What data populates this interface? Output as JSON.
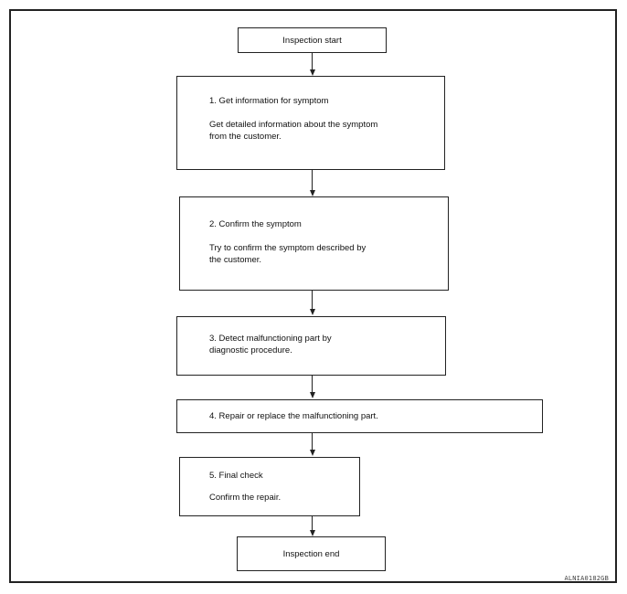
{
  "start_label": "Inspection start",
  "end_label": "Inspection end",
  "steps": [
    {
      "title": "1. Get information for symptom",
      "description": "Get detailed information about the symptom\nfrom the customer."
    },
    {
      "title": "2. Confirm the symptom",
      "description": "Try to confirm the symptom described by\nthe customer."
    },
    {
      "title": "3. Detect malfunctioning part by\ndiagnostic procedure.",
      "description": ""
    },
    {
      "title": "4. Repair or replace the malfunctioning part.",
      "description": ""
    },
    {
      "title": "5. Final check",
      "description": "Confirm the repair."
    }
  ],
  "figure_code": "ALNIA0182GB"
}
